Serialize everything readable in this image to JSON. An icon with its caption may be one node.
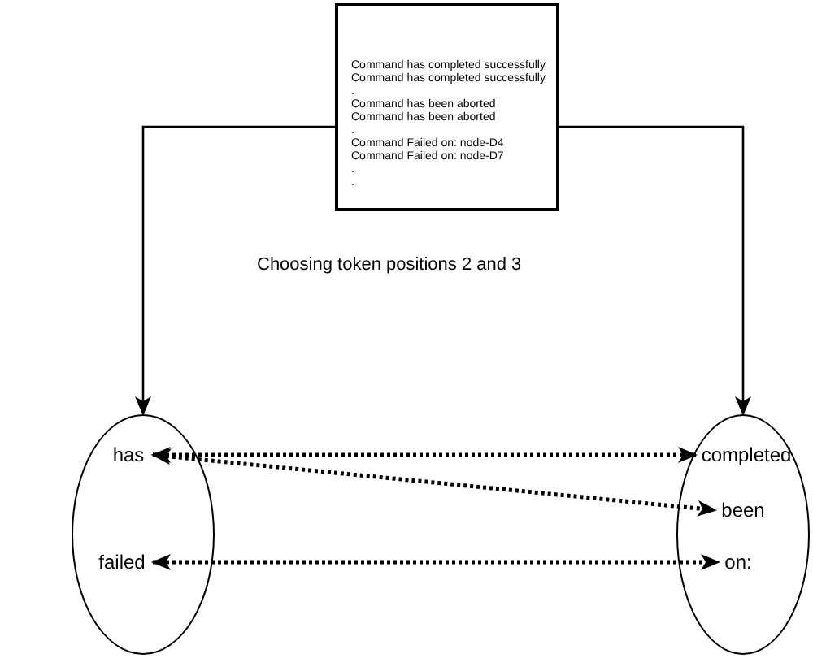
{
  "diagram": {
    "nodes": [
      {
        "text": [
          "Command has completed successfully",
          "Command has completed successfully",
          ".",
          "Command has been aborted",
          "Command has been aborted",
          ".",
          "Command Failed on: node-D4",
          "Command Failed on: node-D7",
          ".",
          "."
        ]
      },
      {
        "text": [],
        "shape": "ellipse"
      },
      {
        "text": [],
        "shape": "ellipse"
      },
      {
        "text": [
          "has"
        ],
        "in": 1
      },
      {
        "text": [
          "failed"
        ],
        "in": 1
      },
      {
        "text": [
          "completed"
        ],
        "in": 2
      },
      {
        "text": [
          "been"
        ],
        "in": 2
      },
      {
        "text": [
          "on:"
        ],
        "in": 2
      }
    ],
    "edges": [
      {
        "from": 0,
        "to": 1,
        "arrow": "to"
      },
      {
        "from": 0,
        "to": 2,
        "arrow": "to"
      },
      {
        "from": 3,
        "to": 5,
        "arrow": "both",
        "style": "dashed"
      },
      {
        "from": 3,
        "to": 6,
        "arrow": "both",
        "style": "dashed"
      },
      {
        "from": 4,
        "to": 7,
        "arrow": "both",
        "style": "dashed"
      }
    ],
    "labels": [
      "Choosing token positions 2 and 3"
    ]
  }
}
